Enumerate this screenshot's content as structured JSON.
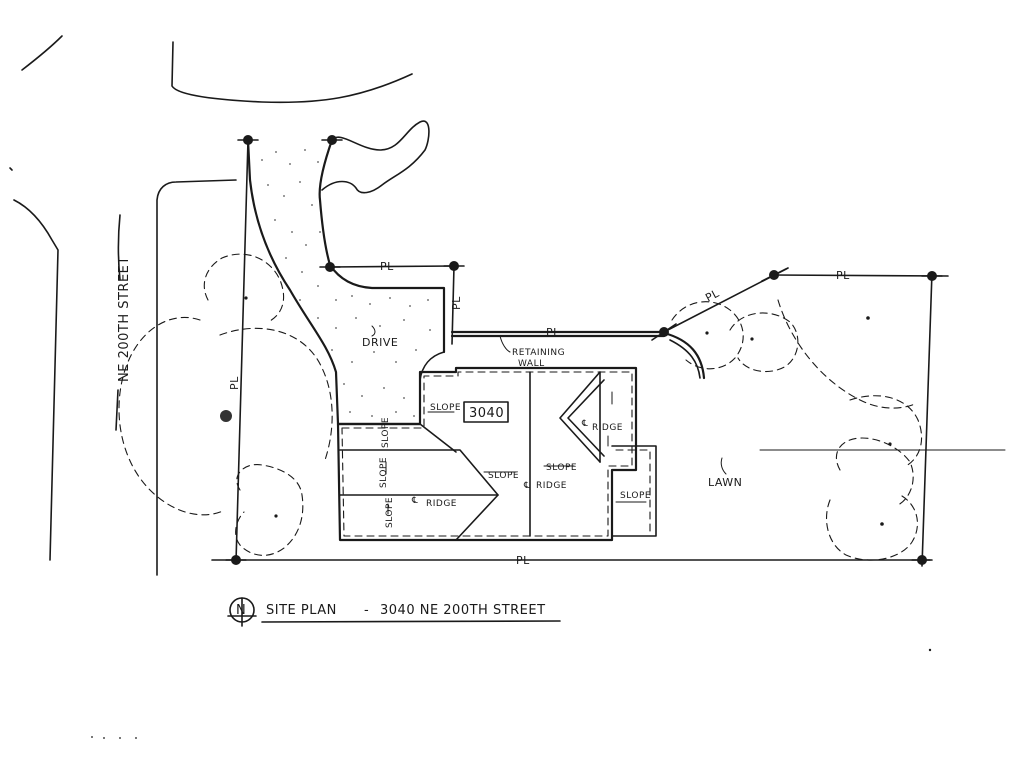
{
  "title": {
    "north_symbol": "N",
    "text": "SITE PLAN",
    "separator": "-",
    "address": "3040 NE 200TH STREET"
  },
  "labels": {
    "street": "NE 200TH STREET",
    "drive": "DRIVE",
    "house_number": "3040",
    "retaining_wall_line1": "RETAINING",
    "retaining_wall_line2": "WALL",
    "lawn": "LAWN",
    "property_line_mark": "PL",
    "ridge": "RIDGE",
    "slope": "SLOPE",
    "ridge_centerline_mark": "℄"
  }
}
